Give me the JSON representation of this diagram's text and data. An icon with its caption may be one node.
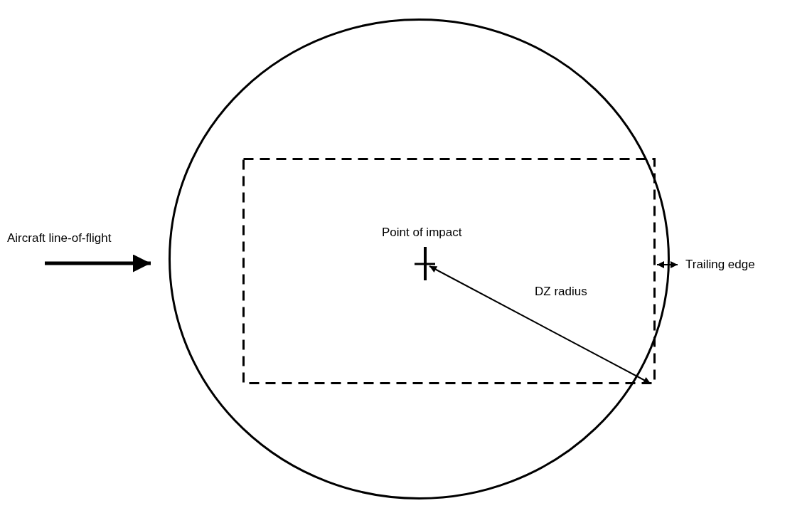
{
  "diagram": {
    "labels": [
      "Aircraft line-of-flight",
      "Point of impact",
      "DZ radius",
      "Trailing edge"
    ]
  }
}
